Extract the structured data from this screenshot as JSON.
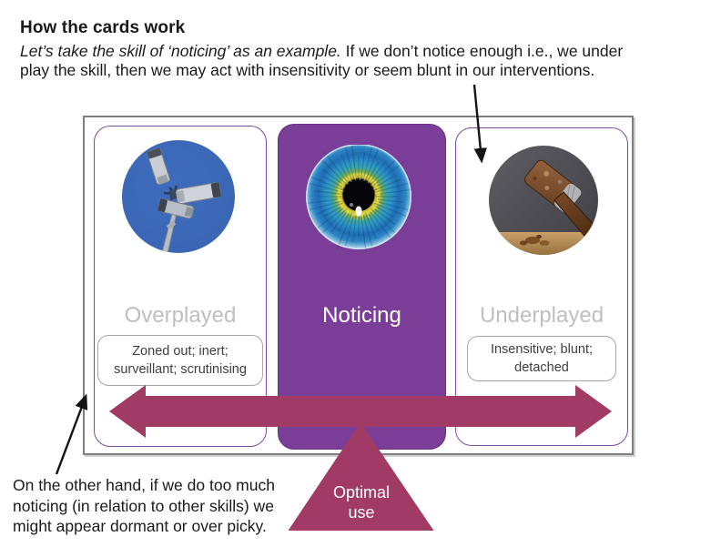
{
  "slide": {
    "title": "How the cards work",
    "intro": {
      "italic": "Let’s take the skill of ‘noticing’ as an example.",
      "regular": " If we don’t notice enough i.e., we under",
      "line2": "play the skill, then we may act with insensitivity or seem blunt in our interventions."
    },
    "cards": {
      "overplayed": {
        "label": "Overplayed",
        "descriptors": "Zoned out; inert; surveillant; scrutinising",
        "image": "cctv-cameras-photo"
      },
      "noticing": {
        "label": "Noticing",
        "image": "eye-iris-photo"
      },
      "underplayed": {
        "label": "Underplayed",
        "descriptors": "Insensitive; blunt; detached",
        "image": "sledgehammer-photo"
      }
    },
    "optimal": {
      "line1": "Optimal",
      "line2": "use"
    },
    "footnote": {
      "lines": [
        "On the other hand, if we do too much",
        "noticing (in relation to other skills) we",
        "might appear dormant or over picky."
      ]
    },
    "colors": {
      "card_purple": "#7A3E99",
      "arrow_maroon": "#A23A66",
      "label_gray": "#BFBFBF",
      "frame_border": "#7F7F7F",
      "card_border": "#7C4BA0"
    }
  }
}
